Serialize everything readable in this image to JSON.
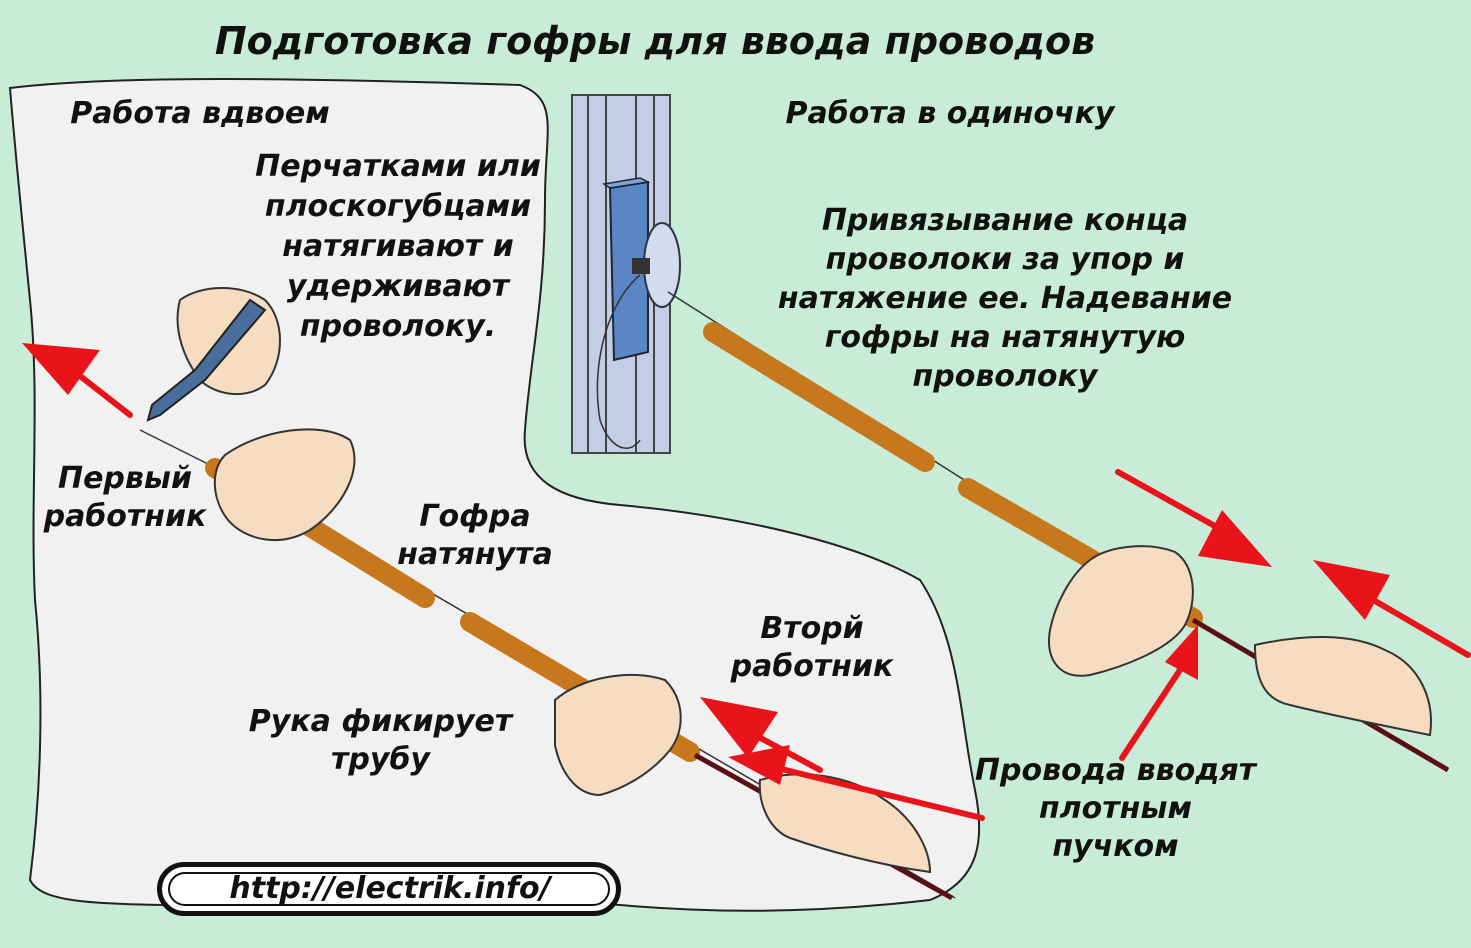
{
  "title": "Подготовка гофры для ввода проводов",
  "left_panel": {
    "heading": "Работа  вдвоем",
    "pliers_note": [
      "Перчатками или",
      "плоскогубцами",
      "натягивают и",
      "удерживают",
      "проволоку."
    ],
    "first_worker": [
      "Первый",
      "работник"
    ],
    "corrugation_tensioned": [
      "Гофра",
      "натянута"
    ],
    "second_worker": [
      "Вторй",
      "работник"
    ],
    "hand_fixes": [
      "Рука фикирует",
      "трубу"
    ]
  },
  "right_panel": {
    "heading": "Работа в одиночку",
    "description": [
      "Привязывание конца",
      "проволоки за упор и",
      "натяжение ее. Надевание",
      "гофры на натянутую",
      "проволоку"
    ]
  },
  "wires_note": [
    "Провода вводят",
    "плотным",
    "пучком"
  ],
  "footer": {
    "url": "http://electrik.info/"
  },
  "colors": {
    "background": "#c9ecd8",
    "panel": "#f1f1f1",
    "arrow": "#e8141a",
    "corrugation": "#c8781c",
    "skin": "#f6ddc2",
    "wall": "#c3cde6",
    "bracket": "#5b86c6"
  }
}
